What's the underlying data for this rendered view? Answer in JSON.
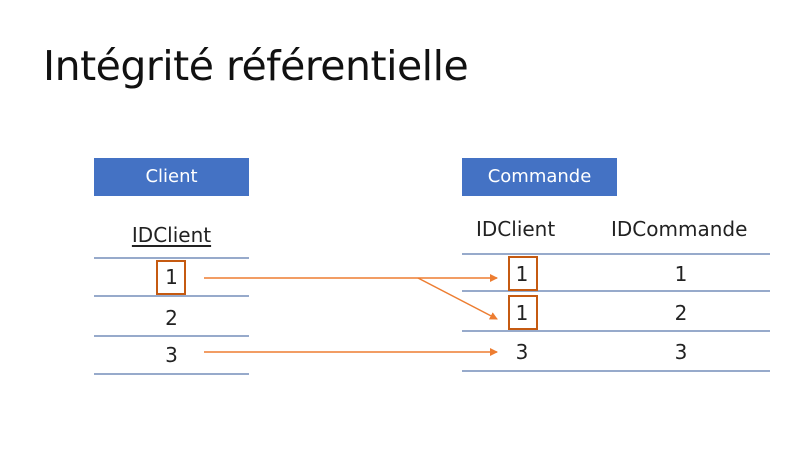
{
  "title": "Intégrité référentielle",
  "client_table": {
    "header": "Client",
    "column": "IDClient",
    "rows": [
      "1",
      "2",
      "3"
    ]
  },
  "commande_table": {
    "header": "Commande",
    "columns": [
      "IDClient",
      "IDCommande"
    ],
    "rows": [
      {
        "idclient": "1",
        "idcommande": "1"
      },
      {
        "idclient": "1",
        "idcommande": "2"
      },
      {
        "idclient": "3",
        "idcommande": "3"
      }
    ]
  },
  "colors": {
    "header_fill": "#4472c4",
    "arrow": "#ed7d31",
    "highlight_box": "#c55a11",
    "rule": "#2f5597"
  }
}
